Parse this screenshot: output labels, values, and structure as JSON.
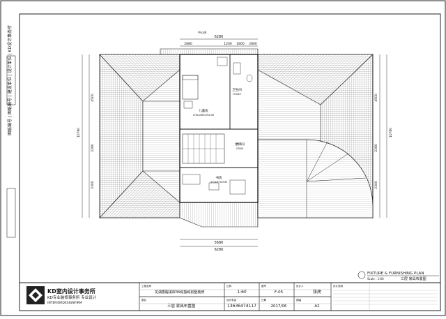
{
  "drawing": {
    "north_label": "中心线",
    "top_dims": [
      "6280",
      "2880",
      "1200",
      "1800",
      "2800"
    ],
    "bottom_dims": [
      "5680",
      "6280"
    ],
    "left_dims": [
      "4500",
      "2280",
      "2300",
      "10780"
    ],
    "right_dims": [
      "4500",
      "2280",
      "2300",
      "10780"
    ],
    "rooms": {
      "children_cn": "儿童房",
      "children_en": "CHILDREN ROOM",
      "toilet_cn": "卫生间",
      "toilet_en": "TOILET",
      "stair_cn": "楼梯间",
      "stair_en": "STAIR",
      "study_cn": "书房",
      "study_en": "STUDY ROOM"
    },
    "left_margin_label": "图纸编号 | 图纸编号 | 建设单位 | 设计单位 | KD设计事务所",
    "title_en": "FIXTURE  &  FURNISHING  PLAN",
    "title_scale": "Scale : 1:60",
    "title_cn": "三层 家具布置图"
  },
  "title_block": {
    "logo_cn": "KD室内设计事务所",
    "logo_sub": "KD专业装修事务所 专业设计",
    "logo_en": "INTERIORDESIGNFIRM",
    "project_label": "工程名称",
    "project_value": "龙湖香醍溪岸36栋独栋别墅装修",
    "drawing_label": "图名",
    "drawing_value": "三层 家具布置图",
    "scale_label": "比例",
    "scale_value": "1:60",
    "sheet_label": "图号",
    "sheet_value": "F-05",
    "phone_label": "设计电话",
    "phone_value": "13636474117",
    "date_label": "日期",
    "date_value": "2017/06",
    "designer_label": "设计人",
    "designer_value": "张虎",
    "size_label": "图幅",
    "size_value": "A2",
    "notes_label": "设计说明"
  }
}
